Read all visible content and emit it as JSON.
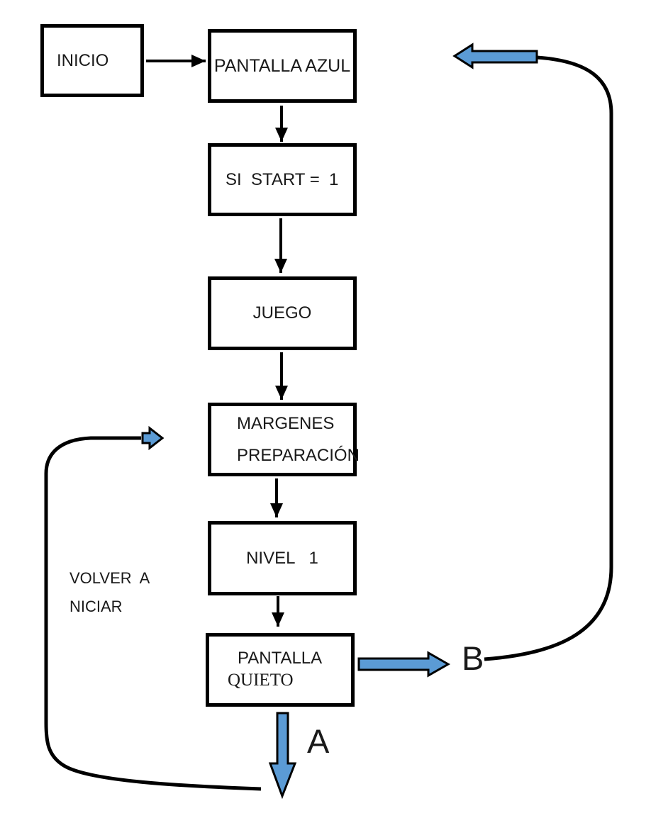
{
  "colors": {
    "accent_blue": "#5B9BD5",
    "stroke_black": "#000000"
  },
  "diagram": {
    "title": "flowchart",
    "nodes": {
      "inicio": "INICIO",
      "pantalla_azul": "PANTALLA AZUL",
      "si_start": "SI  START =  1",
      "juego": "JUEGO",
      "margenes_line1": "MARGENES",
      "margenes_line2": "PREPARACIÓN",
      "nivel": "NIVEL   1",
      "pantalla_quieto_line1": "PANTALLA",
      "pantalla_quieto_line2": "QUIETO"
    },
    "annotations": {
      "connector_a": "A",
      "connector_b": "B",
      "volver_line1": "VOLVER  A",
      "volver_line2": "NICIAR"
    }
  }
}
